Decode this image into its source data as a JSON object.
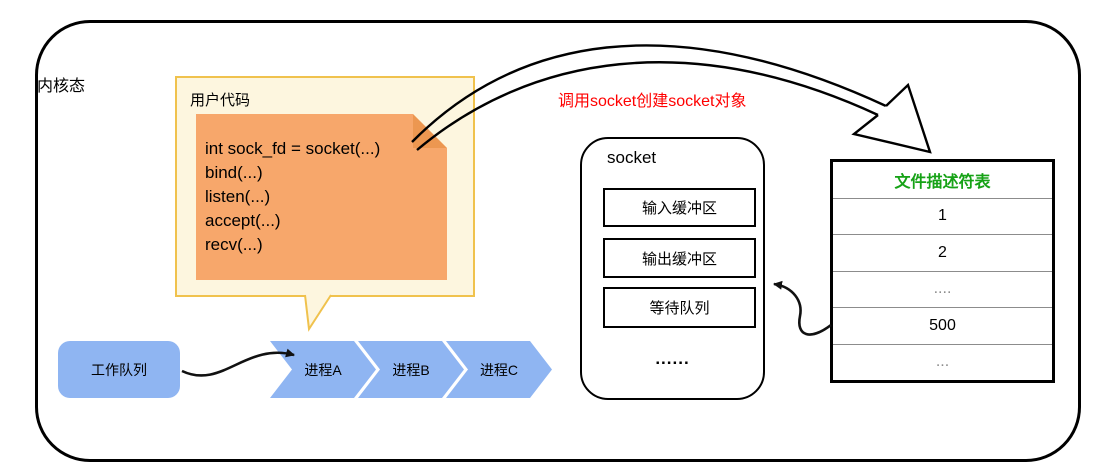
{
  "kernel_label": "内核态",
  "user_code": {
    "title": "用户代码",
    "lines": [
      "int sock_fd = socket(...)",
      "bind(...)",
      "listen(...)",
      "accept(...)",
      "recv(...)"
    ]
  },
  "annotation": "调用socket创建socket对象",
  "socket_box": {
    "title": "socket",
    "items": [
      "输入缓冲区",
      "输出缓冲区",
      "等待队列"
    ],
    "ellipsis": "......"
  },
  "fd_table": {
    "header": "文件描述符表",
    "rows": [
      "1",
      "2",
      "....",
      "500",
      "..."
    ]
  },
  "work_queue_label": "工作队列",
  "processes": [
    "进程A",
    "进程B",
    "进程C"
  ],
  "colors": {
    "bubble_background": "#FDF6DF",
    "bubble_border": "#F0C24D",
    "code_block": "#F7A76B",
    "code_fold": "#EC9751",
    "annotation_red": "#FF0000",
    "table_header_green": "#16A216",
    "process_blue": "#8FB5F2",
    "line_black": "#000000"
  }
}
